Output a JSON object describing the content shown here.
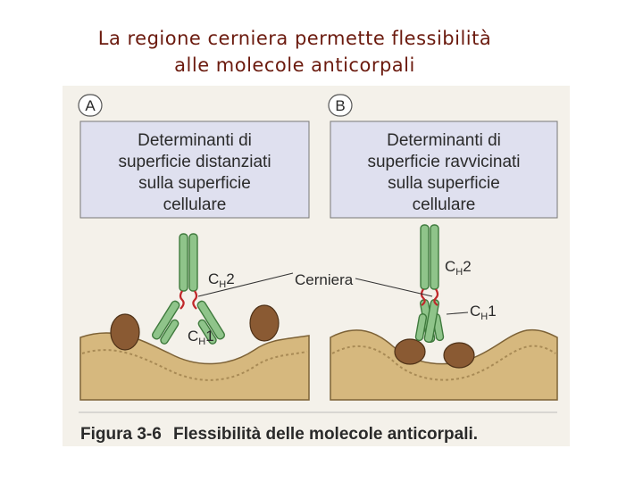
{
  "title": {
    "line1": "La regione cerniera permette flessibilità",
    "line2": "alle molecole anticorpali"
  },
  "figure": {
    "panel_a": {
      "letter": "A",
      "box_lines": [
        "Determinanti di",
        "superficie distanziati",
        "sulla superficie",
        "cellulare"
      ]
    },
    "panel_b": {
      "letter": "B",
      "box_lines": [
        "Determinanti di",
        "superficie ravvicinati",
        "sulla superficie",
        "cellulare"
      ]
    },
    "labels": {
      "ch2_main": "C",
      "ch2_sub": "H",
      "ch2_num": "2",
      "ch1_main": "C",
      "ch1_sub": "H",
      "ch1_num": "1",
      "hinge": "Cerniera"
    },
    "caption": {
      "number": "Figura 3-6",
      "text": "Flessibilità delle molecole anticorpali."
    },
    "colors": {
      "background": "#f4f1ea",
      "box_fill": "#dfe0ef",
      "antibody_green": "#8fc48a",
      "antibody_outline": "#3f7a3d",
      "hinge_red": "#c0282a",
      "cell_surface": "#d6b87e",
      "antigen_brown": "#8a5a33"
    }
  }
}
